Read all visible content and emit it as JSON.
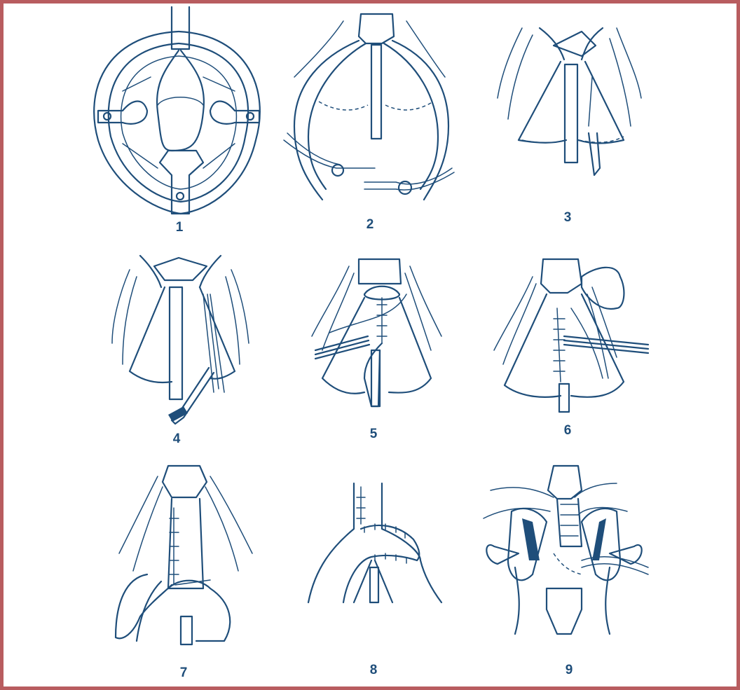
{
  "figure": {
    "colors": {
      "border": "#b85c5f",
      "ink": "#1f4e7a",
      "background": "#ffffff"
    },
    "panels": [
      {
        "label": "1"
      },
      {
        "label": "2"
      },
      {
        "label": "3"
      },
      {
        "label": "4"
      },
      {
        "label": "5"
      },
      {
        "label": "6"
      },
      {
        "label": "7"
      },
      {
        "label": "8"
      },
      {
        "label": "9"
      }
    ]
  }
}
